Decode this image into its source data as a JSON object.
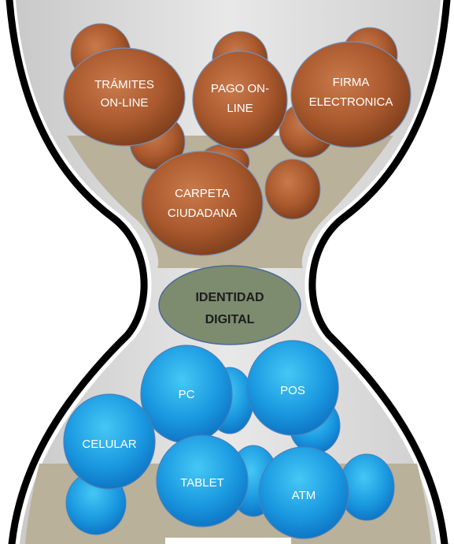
{
  "diagram": {
    "top_section": {
      "bubbles": [
        {
          "id": "tramites",
          "lines": [
            "TRÁMITES",
            "ON-LINE"
          ]
        },
        {
          "id": "pago",
          "lines": [
            "PAGO ON-",
            "LINE"
          ]
        },
        {
          "id": "firma",
          "lines": [
            "FIRMA",
            "ELECTRONICA"
          ]
        },
        {
          "id": "carpeta",
          "lines": [
            "CARPETA",
            "CIUDADANA"
          ]
        }
      ]
    },
    "center": {
      "lines": [
        "IDENTIDAD",
        "DIGITAL"
      ]
    },
    "bottom_section": {
      "bubbles": [
        {
          "id": "pc",
          "lines": [
            "PC"
          ]
        },
        {
          "id": "pos",
          "lines": [
            "POS"
          ]
        },
        {
          "id": "celular",
          "lines": [
            "CELULAR"
          ]
        },
        {
          "id": "tablet",
          "lines": [
            "TABLET"
          ]
        },
        {
          "id": "atm",
          "lines": [
            "ATM"
          ]
        }
      ]
    },
    "colors": {
      "top_bubble": "#b5663a",
      "bottom_bubble": "#1e9be0",
      "center": "#7d8b6f",
      "sand": "#b9b19a",
      "glass": "#d9d9d9",
      "frame": "#000000"
    }
  }
}
